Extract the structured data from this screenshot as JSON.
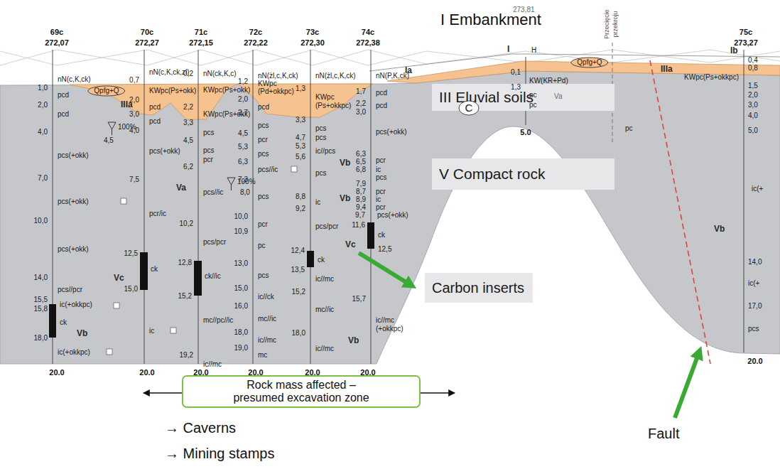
{
  "diagram": {
    "nodes": [
      {
        "text": [
          "III Eluvial soils"
        ]
      },
      {
        "text": [
          "V Compact rock"
        ]
      },
      {
        "text": [
          "Carbon inserts"
        ]
      },
      {
        "text": [
          "Rock mass affected – presumed excavation zone"
        ]
      },
      {
        "text": [
          "Qpfg+Q"
        ]
      },
      {
        "text": [
          "Qpfg+Q"
        ]
      },
      {
        "text": [
          "C"
        ]
      }
    ],
    "labels": [
      "I Embankment",
      "273,81",
      "Przecięcie",
      "przekroju",
      "69c",
      "272,07",
      "70c",
      "272,27",
      "71c",
      "272,15",
      "72c",
      "272,22",
      "73c",
      "272,30",
      "74c",
      "272,38",
      "75c",
      "273,27",
      "20.0",
      "20.0",
      "20.0",
      "20.0",
      "20.0",
      "20.0",
      "20.0",
      "5.0",
      "nN(c,K,ck)",
      "1,0",
      "pcd",
      "2,0",
      "pcd",
      "4,0",
      "100%",
      "4,5",
      "pcs(+okk)",
      "7,0",
      "pcs(+okk)",
      "10,0",
      "pcs(+okk)",
      "14,0",
      "pcs//pcr",
      "15,5",
      "15,8",
      "ic(+okkpc)",
      "ck",
      "18,0",
      "ic(+okkpc)",
      "Vb",
      "Vc",
      "nN(c,K,ck,zl)",
      "0,7",
      "KWpc(Ps+okk)",
      "2,0",
      "pcd",
      "3,0",
      "pcd",
      "4,0",
      "pcs(+okk)",
      "7,5",
      "pcr/ic",
      "12,5",
      "ck",
      "15,0",
      "ic",
      "Va",
      "IIIa",
      "0,2",
      "nN(ck,K,c)",
      "KWpc(Ps+okk)",
      "2,2",
      "KWpc(Ps+okk)",
      "3,3",
      "pcs",
      "4,5",
      "pcs",
      "pcr",
      "6,2",
      "100%",
      "8,0",
      "pcs//ic",
      "10,2",
      "pcs/pcr",
      "12,8",
      "ck//ic",
      "15,2",
      "mc//pc//ic",
      "19,2",
      "ic//mc",
      "nN(żl,c,K,ck)",
      "1,2",
      "KWpc",
      "(Pd+okkpc)",
      "2,0",
      "pcd",
      "2,7",
      "pcs",
      "4,5",
      "pcr",
      "5,3",
      "pcs",
      "6,3",
      "pcs//ic",
      "7,3",
      "pcs",
      "10,0",
      "pcr",
      "10,9",
      "pc",
      "13,0",
      "pcs",
      "15,0",
      "ic//ck",
      "16,0",
      "mc//ic",
      "18,0",
      "ic//mc",
      "19,0",
      "mc",
      "nN(żl,c,K,ck)",
      "1,3",
      "KWpc",
      "(Ps+okkpc)",
      "3,3",
      "pcs",
      "4,7",
      "pcs",
      "5,3",
      "ic//pcs",
      "5,6",
      "pcs",
      "8,8",
      "ic",
      "9,2",
      "pcs/pcr",
      "12,4",
      "ck",
      "13,5",
      "ic//mc",
      "15,2",
      "mc//ic",
      "18,0",
      "ic//mc",
      "Vb",
      "Vb",
      "nN(P,K,ck)",
      "1,7",
      "pcd",
      "2,2",
      "pcd",
      "3,0",
      "pcs(+okk)",
      "6,3",
      "6,5",
      "pcr",
      "6,8",
      "ic",
      "pcs",
      "7,9",
      "8,7",
      "pcr",
      "8,9",
      "ic",
      "9,4",
      "pcr",
      "9,7",
      "pcs(+okk)",
      "11,6",
      "ck",
      "12,5",
      "15,7",
      "ic//mc",
      "(+okkpc)",
      "Vb",
      "Vc",
      "I",
      "H",
      "Ia",
      "0,1",
      "KW(KR+Pd)",
      "1,3",
      "pc",
      "pc",
      "Va",
      "pc",
      "IIIa",
      "Ib",
      "Vb",
      "0,4",
      "0,8",
      "KWpc(Ps+okkpc)",
      "1,5",
      "2,0",
      "3,0",
      "4,0",
      "5,0",
      "ic(+",
      "14,0",
      "ic(+",
      "17,0",
      "pcs",
      "→ Caverns",
      "→ Mining stamps",
      "Fault"
    ]
  }
}
